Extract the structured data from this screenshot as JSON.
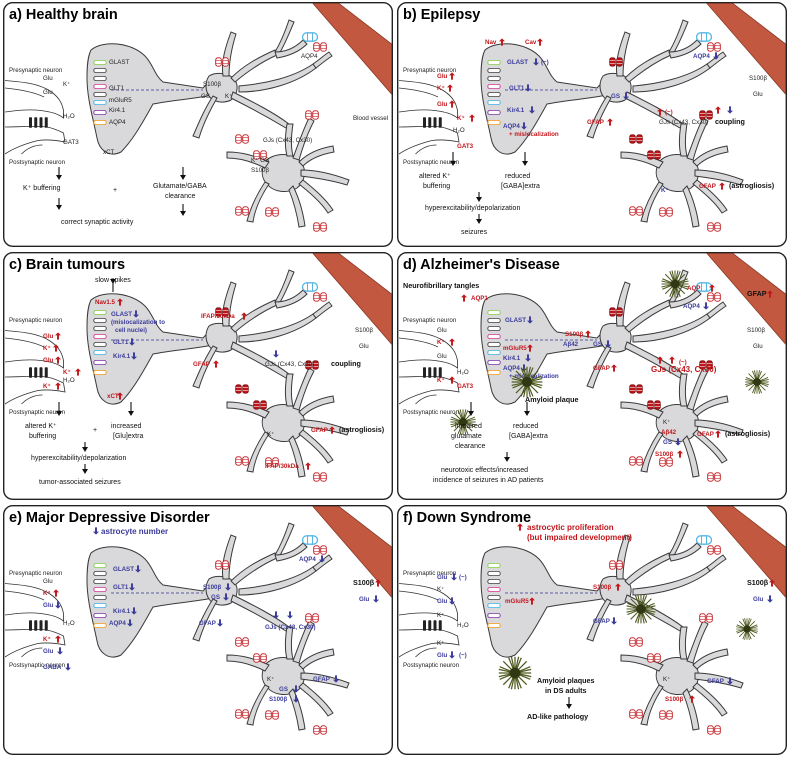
{
  "panels": [
    {
      "title": "a) Healthy brain",
      "labels": {
        "presynaptic": "Presynaptic neuron",
        "postsynaptic": "Postsynaptic neuron",
        "glu1": "Glu",
        "glu2": "Glu",
        "kplus": "K⁺",
        "h2o": "H₂O",
        "glast": "GLAST",
        "glt1": "GLT1",
        "mglur5": "mGluR5",
        "kir": "Kir4.1",
        "aqp4": "AQP4",
        "gat3": "GAT3",
        "xct": "xCT",
        "s100b": "S100β",
        "gs": "GS",
        "kgs": "K⁺ GS",
        "s100b2": "S100β",
        "aqp4b": "AQP4",
        "gjs": "GJs (Cx43, Cx30)",
        "vessel": "Blood vessel",
        "kk": "K⁺"
      },
      "bottom": [
        "K⁺ buffering",
        "+",
        "Glutamate/GABA",
        "clearance",
        "correct synaptic activity"
      ]
    },
    {
      "title": "b) Epilepsy",
      "labels": {
        "presynaptic": "Presynaptic neuron",
        "postsynaptic": "Postsynaptic neuron",
        "nav": "Nav",
        "cav": "Cav",
        "glast": "GLAST",
        "glt1": "GLT1",
        "glu1": "Glu",
        "kplus": "K⁺",
        "glu2": "Glu",
        "kir": "Kir4.1",
        "kplus2": "K⁺",
        "h2o": "H₂O",
        "aqp4": "AQP4",
        "misloc": "+ mislocalization",
        "gat3": "GAT3",
        "gs": "GS",
        "gfap": "GFAP",
        "gjs": "GJs (Cx43, Cx30)",
        "coupling": "coupling",
        "gfap2": "GFAP",
        "astrogliosis": "(astrogliosis)",
        "aqp4b": "AQP4",
        "s100b": "S100β",
        "glu3": "Glu",
        "kk": "K⁺",
        "tilde": "(~)"
      },
      "bottom": [
        "altered K⁺",
        "buffering",
        "reduced",
        "[GABA]extra",
        "hyperexcitability/depolarization",
        "seizures"
      ]
    },
    {
      "title": "c) Brain tumours",
      "labels": {
        "slow": "slow spikes",
        "nav": "Nav1.5",
        "presynaptic": "Presynaptic neuron",
        "postsynaptic": "Postsynaptic neuron",
        "glast": "GLAST",
        "misloc": "(mislocalization to",
        "misloc2": "cell nuclei)",
        "glu1": "Glu",
        "glt1": "GLT1",
        "kplus": "K⁺",
        "glu2": "Glu",
        "kir": "Kir4.1",
        "kplus2": "K⁺",
        "kplus3": "K⁺",
        "h2o": "H₂O",
        "xct": "xCT",
        "ifap": "IFAP/30kDa",
        "gfap": "GFAP",
        "gjs": "GJs (Cx43, Cx30)",
        "coupling": "coupling",
        "gfap2": "GFAP",
        "astrogliosis": "(astrogliosis)",
        "ifap2": "IFAP/30kDa",
        "s100b": "S100β",
        "glu3": "Glu",
        "kk": "K⁺"
      },
      "bottom": [
        "altered K⁺",
        "buffering",
        "+",
        "increased",
        "[Glu]extra",
        "hyperexcitability/depolarization",
        "tumor-associated seizures"
      ]
    },
    {
      "title": "d) Alzheimer's Disease",
      "labels": {
        "tangles": "Neurofibrillary tangles",
        "aqp1": "AQP1",
        "presynaptic": "Presynaptic neuron",
        "postsynaptic": "Postsynaptic neuron",
        "glast": "GLAST",
        "glu1": "Glu",
        "kplus": "K⁺",
        "glu2": "Glu",
        "mglur5": "mGluR5",
        "kir": "Kir4.1",
        "h2o": "H₂O",
        "aqp4": "AQP4",
        "misloc": "+ mislocalization",
        "gat3": "GAT3",
        "kplus2": "K⁺",
        "s100b": "S100β",
        "ab42": "Aβ42",
        "gs": "GS",
        "gfap": "GFAP",
        "gjs": "GJs (Cx43, Cx30)",
        "plaque": "Amyloid plaque",
        "aqp": "AQP",
        "aqp4b": "AQP4",
        "gfapv": "GFAP",
        "s100bv": "S100β",
        "glu3": "Glu",
        "abeta": "Aβ42",
        "gfap2": "GFAP",
        "astrogliosis": "(astrogliosis)",
        "gs2": "GS",
        "s100b2": "S100β",
        "kk": "K⁺",
        "tilde": "(~)"
      },
      "bottom": [
        "impaired",
        "glutamate",
        "clearance",
        "reduced",
        "[GABA]extra",
        "neurotoxic effects/increased",
        "incidence of seizures in AD patients"
      ]
    },
    {
      "title": "e) Major Depressive Disorder",
      "labels": {
        "astro": "astrocyte number",
        "presynaptic": "Presynaptic neuron",
        "postsynaptic": "Postsynaptic neuron",
        "glast": "GLAST",
        "glu1": "Glu",
        "glt1": "GLT1",
        "kplus": "K⁺",
        "glu2": "Glu",
        "kir": "Kir4.1",
        "h2o": "H₂O",
        "aqp4": "AQP4",
        "kplus2": "K⁺",
        "glu3": "Glu",
        "gaba": "GABA",
        "s100b": "S100β",
        "gs": "GS",
        "gfap": "GFAP",
        "gjs": "GJs (Cx43, Cx30)",
        "aqp4b": "AQP4",
        "s100bv": "S100β",
        "glu4": "Glu",
        "gfap2": "GFAP",
        "gs2": "GS",
        "s100b2": "S100β",
        "kk": "K⁺"
      }
    },
    {
      "title": "f) Down Syndrome",
      "labels": {
        "prolif": "astrocytic proliferation",
        "prolif2": "(but impaired development)",
        "presynaptic": "Presynaptic neuron",
        "postsynaptic": "Postsynaptic neuron",
        "glu1": "Glu",
        "kplus": "K⁺",
        "glu2": "Glu",
        "mglur5": "mGluR5",
        "kplus2": "K⁺",
        "h2o": "H₂O",
        "kplus3": "K⁺",
        "glu3": "Glu",
        "s100b": "S100β",
        "gfap": "GFAP",
        "s100bv": "S100β",
        "glu4": "Glu",
        "gfap2": "GFAP",
        "s100b2": "S100β",
        "kk": "K⁺",
        "tilde1": "(~)",
        "tilde2": "(~)"
      },
      "bottom": [
        "Amyloid plaques",
        "in DS adults",
        "AD-like pathology"
      ]
    }
  ],
  "colors": {
    "astrocyte": "#d9d9dc",
    "outline": "#3a3a3a",
    "vessel": "#c1583f",
    "up": "#c0161b",
    "down": "#3a3a9a",
    "aqp4": "#55b6e6",
    "glast": "#8ccf5a",
    "nav": "#e58a2a",
    "mglur5": "#d24ea0",
    "gat3": "#8a4cb0",
    "xct": "#f0a030",
    "plaque": "#4e5a1f"
  }
}
